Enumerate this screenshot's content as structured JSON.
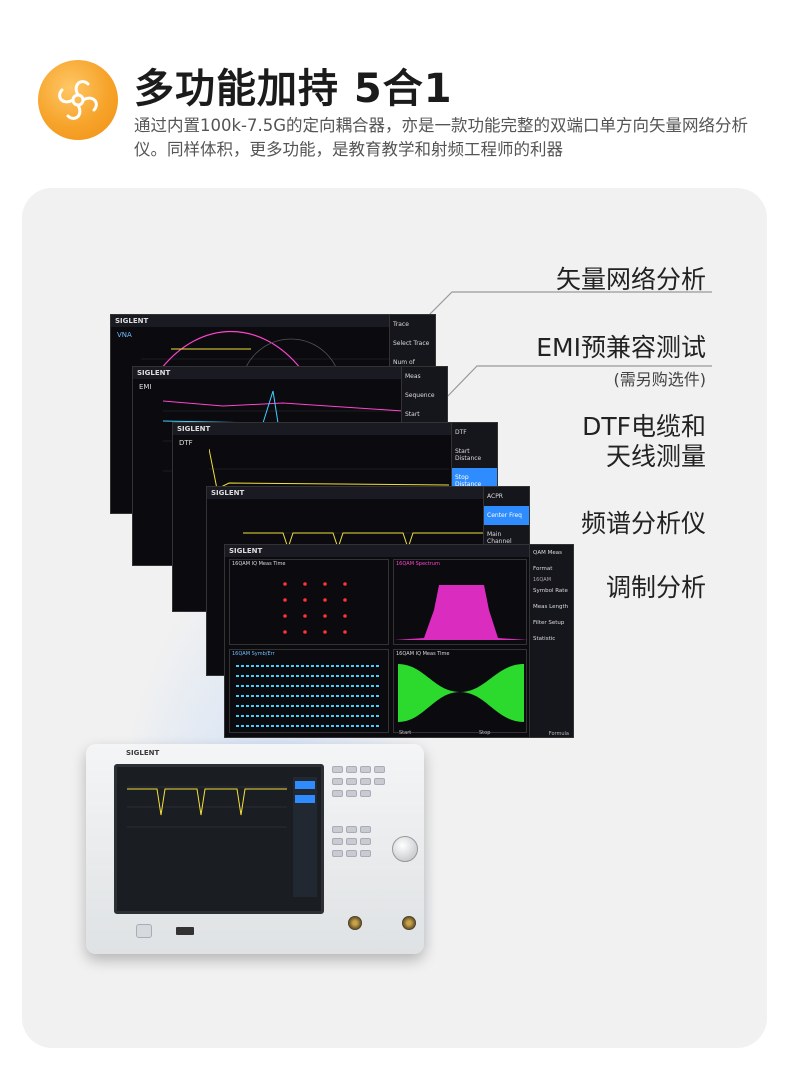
{
  "header": {
    "title": "多功能加持 5合1",
    "subtitle": "通过内置100k-7.5G的定向耦合器，亦是一款功能完整的双端口单方向矢量网络分析仪。同样体积，更多功能，是教育教学和射频工程师的利器",
    "icon": "fan-swirl-icon",
    "icon_color": "#f6a32a"
  },
  "features": [
    {
      "label": "矢量网络分析",
      "note": ""
    },
    {
      "label": "EMI预兼容测试",
      "note": "(需另购选件)"
    },
    {
      "label": "DTF电缆和天线测量",
      "line1": "DTF电缆和",
      "line2": "天线测量",
      "note": ""
    },
    {
      "label": "频谱分析仪",
      "note": ""
    },
    {
      "label": "调制分析",
      "note": ""
    }
  ],
  "screens": {
    "brand": "SIGLENT",
    "vna": {
      "mode": "VNA",
      "menu": [
        "Trace",
        "Select Trace",
        "Num of Traces"
      ]
    },
    "emi": {
      "mode": "EMI",
      "menu": [
        "Meas",
        "Sequence",
        "Start"
      ]
    },
    "dtf": {
      "mode": "DTF",
      "menu": [
        "DTF",
        "Start Distance",
        "Stop Distance"
      ]
    },
    "acpr": {
      "mode": "ACPR",
      "menu": [
        "ACPR",
        "Center Freq",
        "Main Channel"
      ]
    },
    "qam": {
      "menu": [
        "QAM Meas",
        "Format",
        "Symbol Rate",
        "Meas Length",
        "Filter Setup",
        "Statistic"
      ],
      "menu_values": [
        "16QAM",
        "",
        "",
        "",
        "",
        ""
      ],
      "panel_titles": [
        "16QAM IQ Meas Time",
        "16QAM Spectrum",
        "16QAM Symb/Err",
        "16QAM IQ Meas Time"
      ],
      "footer": [
        "Start",
        "Stop",
        "Formula"
      ]
    }
  },
  "instrument": {
    "brand": "SIGLENT"
  },
  "colors": {
    "accent": "#f6a32a",
    "panel_bg": "#f1f1f1",
    "trace_yellow": "#f2e03a",
    "trace_magenta": "#ff33dd",
    "trace_green": "#33ff33",
    "menu_blue": "#2f8cff"
  }
}
